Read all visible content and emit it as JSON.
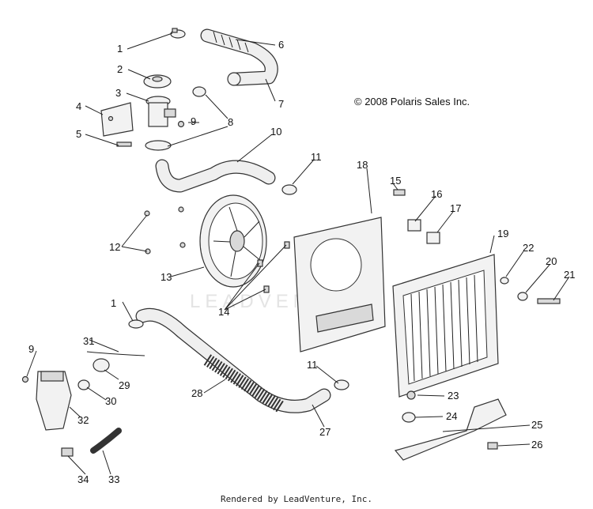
{
  "copyright": "© 2008 Polaris Sales Inc.",
  "footer": "Rendered by LeadVenture, Inc.",
  "watermark": "LEADVENTURE",
  "callouts": {
    "c1a": "1",
    "c1b": "1",
    "c2": "2",
    "c3": "3",
    "c4": "4",
    "c5": "5",
    "c6": "6",
    "c7": "7",
    "c8": "8",
    "c9a": "9",
    "c9b": "9",
    "c10": "10",
    "c11a": "11",
    "c11b": "11",
    "c12": "12",
    "c13": "13",
    "c14": "14",
    "c15": "15",
    "c16": "16",
    "c17": "17",
    "c18": "18",
    "c19": "19",
    "c20": "20",
    "c21": "21",
    "c22": "22",
    "c23": "23",
    "c24": "24",
    "c25": "25",
    "c26": "26",
    "c27": "27",
    "c28": "28",
    "c29": "29",
    "c30": "30",
    "c31": "31",
    "c32": "32",
    "c33": "33",
    "c34": "34"
  }
}
